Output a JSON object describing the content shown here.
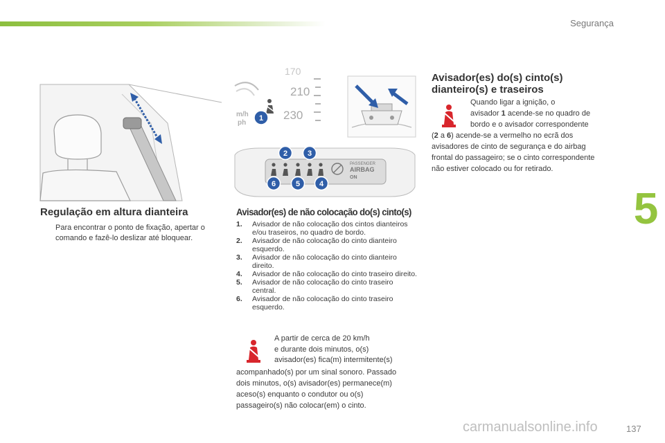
{
  "header": {
    "section": "Segurança"
  },
  "chapter_number": "5",
  "page_number": "137",
  "watermark": "carmanualsonline.info",
  "colors": {
    "accent_green": "#94c43f",
    "warning_red": "#d8262c",
    "badge_blue": "#2f5ea8"
  },
  "left": {
    "title": "Regulação em altura dianteira",
    "bullet_symbol": "",
    "bullet_text": "Para encontrar o ponto de fixação, apertar o comando e fazê-lo deslizar até bloquear."
  },
  "middle": {
    "title": "Avisador(es) de não colocação do(s) cinto(s)",
    "dashboard": {
      "speed_unit": "m/h",
      "speed_unit2": "ph",
      "speed_marks": [
        "170",
        "210",
        "230"
      ],
      "badges": [
        "1",
        "2",
        "3",
        "4",
        "5",
        "6"
      ],
      "passenger_label": "PASSENGER",
      "airbag_label": "AIRBAG",
      "on_label": "ON"
    },
    "items": [
      {
        "n": "1.",
        "text": "Avisador de não colocação dos cintos dianteiros e/ou traseiros, no quadro de bordo."
      },
      {
        "n": "2.",
        "text": "Avisador de não colocação do cinto dianteiro esquerdo."
      },
      {
        "n": "3.",
        "text": "Avisador de não colocação do cinto dianteiro direito."
      },
      {
        "n": "4.",
        "text": "Avisador de não colocação do cinto traseiro direito."
      },
      {
        "n": "5.",
        "text": "Avisador de não colocação do cinto traseiro central."
      },
      {
        "n": "6.",
        "text": "Avisador de não colocação do cinto traseiro esquerdo."
      }
    ],
    "speed_note_lines": [
      "A partir de cerca de 20 km/h",
      "e durante dois minutos, o(s)",
      "avisador(es) fica(m) intermitente(s)"
    ],
    "paragraph_lines": [
      "acompanhado(s) por um sinal sonoro. Passado",
      "dois minutos, o(s) avisador(es) permanece(m)",
      "aceso(s) enquanto o condutor ou o(s)",
      "passageiro(s) não colocar(em) o cinto."
    ]
  },
  "right": {
    "title_line1": "Avisador(es) do(s) cinto(s)",
    "title_line2": "dianteiro(s) e traseiros",
    "intro_line1": "Quando ligar a ignição, o",
    "intro_l2_pre": "avisador ",
    "intro_l2_bold": "1",
    "intro_l2_post": " acende-se no quadro de",
    "intro_line3": "bordo e o avisador correspondente",
    "p_open": "(",
    "p_b1": "2",
    "p_mid": " a ",
    "p_b2": "6",
    "p_rest": ") acende-se a vermelho no ecrã dos",
    "lines": [
      "avisadores de cinto de segurança e do airbag",
      "frontal do passageiro; se o cinto correspondente",
      "não estiver colocado ou for retirado."
    ]
  }
}
